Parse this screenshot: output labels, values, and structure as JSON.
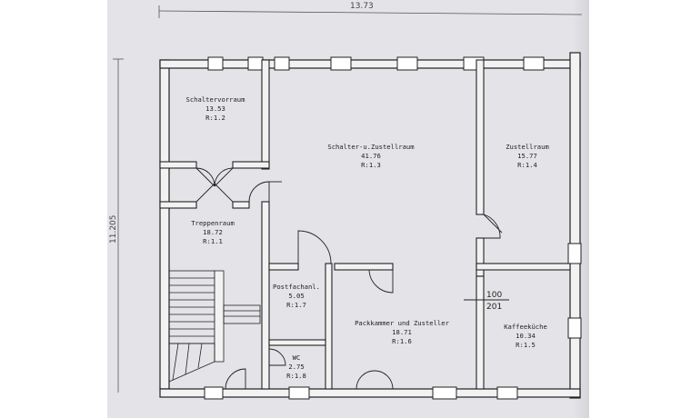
{
  "dimensions": {
    "width_label": "13.73",
    "height_label": "11.205"
  },
  "level_marker": {
    "top": "100",
    "bottom": "201"
  },
  "rooms": [
    {
      "id": "schaltervorraum",
      "name": "Schaltervorraum",
      "area": "13.53",
      "ref": "R:1.2"
    },
    {
      "id": "schalter-zustellraum",
      "name": "Schalter-u.Zustellraum",
      "area": "41.76",
      "ref": "R:1.3"
    },
    {
      "id": "zustellraum",
      "name": "Zustellraum",
      "area": "15.77",
      "ref": "R:1.4"
    },
    {
      "id": "treppenraum",
      "name": "Treppenraum",
      "area": "18.72",
      "ref": "R:1.1"
    },
    {
      "id": "postfachanl",
      "name": "Postfachanl.",
      "area": "5.05",
      "ref": "R:1.7"
    },
    {
      "id": "wc",
      "name": "WC",
      "area": "2.75",
      "ref": "R:1.8"
    },
    {
      "id": "packkammer",
      "name": "Packkammer und Zusteller",
      "area": "18.71",
      "ref": "R:1.6"
    },
    {
      "id": "kaffeekueche",
      "name": "Kaffeeküche",
      "area": "10.34",
      "ref": "R:1.5"
    }
  ]
}
